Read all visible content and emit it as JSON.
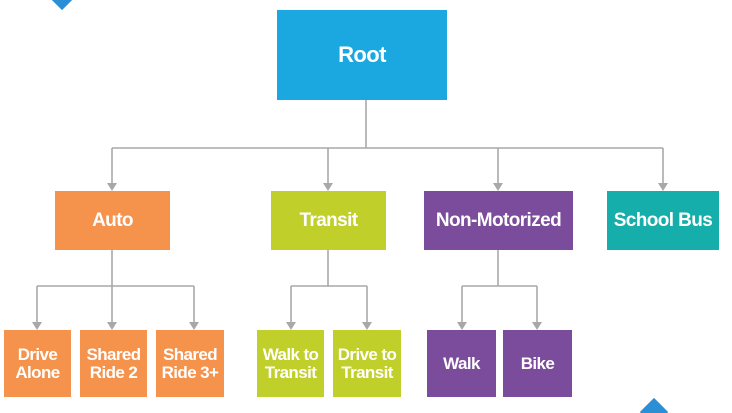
{
  "colors": {
    "root": "#1ba8e0",
    "auto": "#f5924b",
    "transit": "#c0cf2a",
    "non_motorized": "#7b4c9c",
    "school_bus": "#15aeaa",
    "connector": "#a8a8a8",
    "accent_mark": "#2b8fd6"
  },
  "tree": {
    "root": {
      "label": "Root"
    },
    "modes": [
      {
        "label": "Auto",
        "children": [
          {
            "label": "Drive\nAlone"
          },
          {
            "label": "Shared\nRide 2"
          },
          {
            "label": "Shared\nRide 3+"
          }
        ]
      },
      {
        "label": "Transit",
        "children": [
          {
            "label": "Walk to\nTransit"
          },
          {
            "label": "Drive to\nTransit"
          }
        ]
      },
      {
        "label": "Non-Motorized",
        "children": [
          {
            "label": "Walk"
          },
          {
            "label": "Bike"
          }
        ]
      },
      {
        "label": "School Bus",
        "children": []
      }
    ]
  }
}
